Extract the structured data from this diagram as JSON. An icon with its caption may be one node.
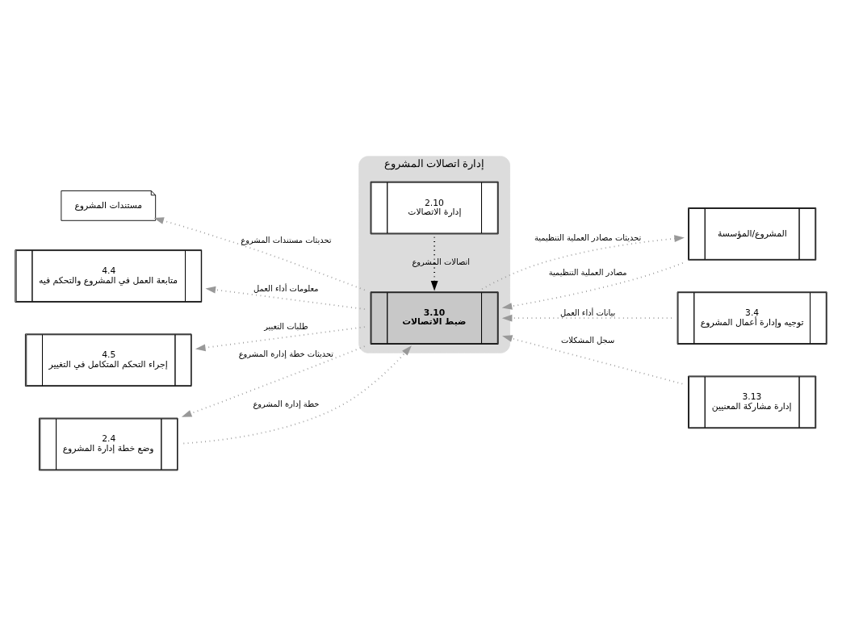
{
  "diagram": {
    "nodes": [
      {
        "text": [
          "إدارة اتصالات المشروع"
        ]
      },
      {
        "text": [
          "2.10",
          "إدارة الاتصالات"
        ],
        "in": 0
      },
      {
        "text": [
          "3.10",
          "ضبط الاتصالات"
        ],
        "in": 0
      },
      {
        "text": [
          "مستندات المشروع"
        ]
      },
      {
        "text": [
          "4.4",
          "متابعة العمل في المشروع والتحكم فيه"
        ]
      },
      {
        "text": [
          "4.5",
          "إجراء التحكم المتكامل في التغيير"
        ]
      },
      {
        "text": [
          "2.4",
          "وضع خطة إدارة المشروع"
        ]
      },
      {
        "text": [
          "3.4",
          "توجيه وإدارة أعمال المشروع"
        ]
      },
      {
        "text": [
          "3.13",
          "إدارة مشاركة المعنيين"
        ]
      },
      {
        "text": [
          "المشروع/المؤسسة"
        ]
      }
    ],
    "edges": [
      {
        "from": 1,
        "to": 2,
        "arrow": "to",
        "label": "اتصالات المشروع",
        "color": "#000000"
      },
      {
        "from": 2,
        "to": 6,
        "arrow": "to",
        "label": "تحديثات خطة إدارة المشروع"
      },
      {
        "from": 6,
        "to": 2,
        "arrow": "to",
        "label": "خطة إدارة المشروع"
      },
      {
        "from": 7,
        "to": 2,
        "arrow": "to",
        "label": "بيانات أداء العمل"
      },
      {
        "from": 8,
        "to": 2,
        "arrow": "to",
        "label": "سجل المشكلات"
      },
      {
        "from": 9,
        "to": 2,
        "arrow": "to",
        "label": "مصادر العملية التنظيمية"
      },
      {
        "from": 2,
        "to": 9,
        "arrow": "to",
        "label": "تحديثات مصادر العملية التنظيمية"
      },
      {
        "from": 2,
        "to": 3,
        "arrow": "to",
        "label": "تحديثات مستندات المشروع"
      },
      {
        "from": 2,
        "to": 4,
        "arrow": "to",
        "label": "معلومات أداء العمل"
      },
      {
        "from": 2,
        "to": 5,
        "arrow": "to",
        "label": "طلبات التغيير"
      }
    ]
  }
}
